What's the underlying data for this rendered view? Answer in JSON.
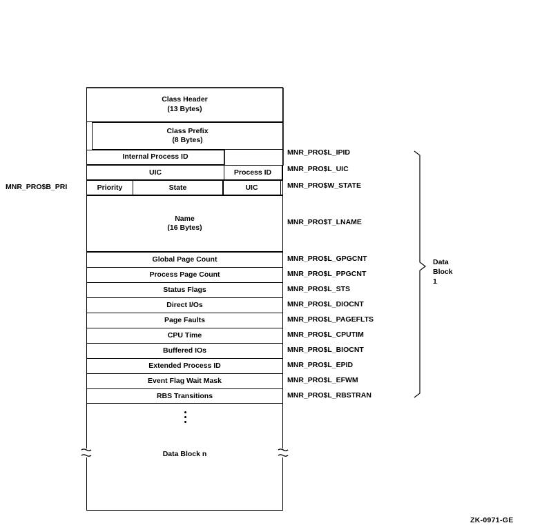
{
  "figure": {
    "tag": "ZK-0971-GE",
    "left_annotation": "MNR_PRO$B_PRI",
    "data_block_label_line1": "Data",
    "data_block_label_line2": "Block",
    "data_block_label_line3": "1"
  },
  "structure": {
    "header_rows": [
      {
        "title": "Class Header",
        "size": "(13 Bytes)"
      },
      {
        "title": "Class Prefix",
        "size": "(8 Bytes)"
      }
    ],
    "rows": [
      {
        "label": "Internal Process ID",
        "annotation": "MNR_PRO$L_IPID"
      },
      {
        "label": "Name",
        "size": "(16 Bytes)",
        "annotation": "MNR_PRO$T_LNAME"
      },
      {
        "label": "Global Page Count",
        "annotation": "MNR_PRO$L_GPGCNT"
      },
      {
        "label": "Process Page Count",
        "annotation": "MNR_PRO$L_PPGCNT"
      },
      {
        "label": "Status Flags",
        "annotation": "MNR_PRO$L_STS"
      },
      {
        "label": "Direct I/Os",
        "annotation": "MNR_PRO$L_DIOCNT"
      },
      {
        "label": "Page Faults",
        "annotation": "MNR_PRO$L_PAGEFLTS"
      },
      {
        "label": "CPU Time",
        "annotation": "MNR_PRO$L_CPUTIM"
      },
      {
        "label": "Buffered IOs",
        "annotation": "MNR_PRO$L_BIOCNT"
      },
      {
        "label": "Extended Process ID",
        "annotation": "MNR_PRO$L_EPID"
      },
      {
        "label": "Event Flag Wait Mask",
        "annotation": "MNR_PRO$L_EFWM"
      },
      {
        "label": "RBS Transitions",
        "annotation": "MNR_PRO$L_RBSTRAN"
      }
    ],
    "split_rows": [
      {
        "cells": [
          "UIC",
          "Process ID"
        ],
        "annotation": "MNR_PRO$L_UIC"
      },
      {
        "cells": [
          "Priority",
          "State",
          "UIC"
        ],
        "annotation": "MNR_PRO$W_STATE"
      }
    ],
    "bottom_block": "Data Block n"
  }
}
